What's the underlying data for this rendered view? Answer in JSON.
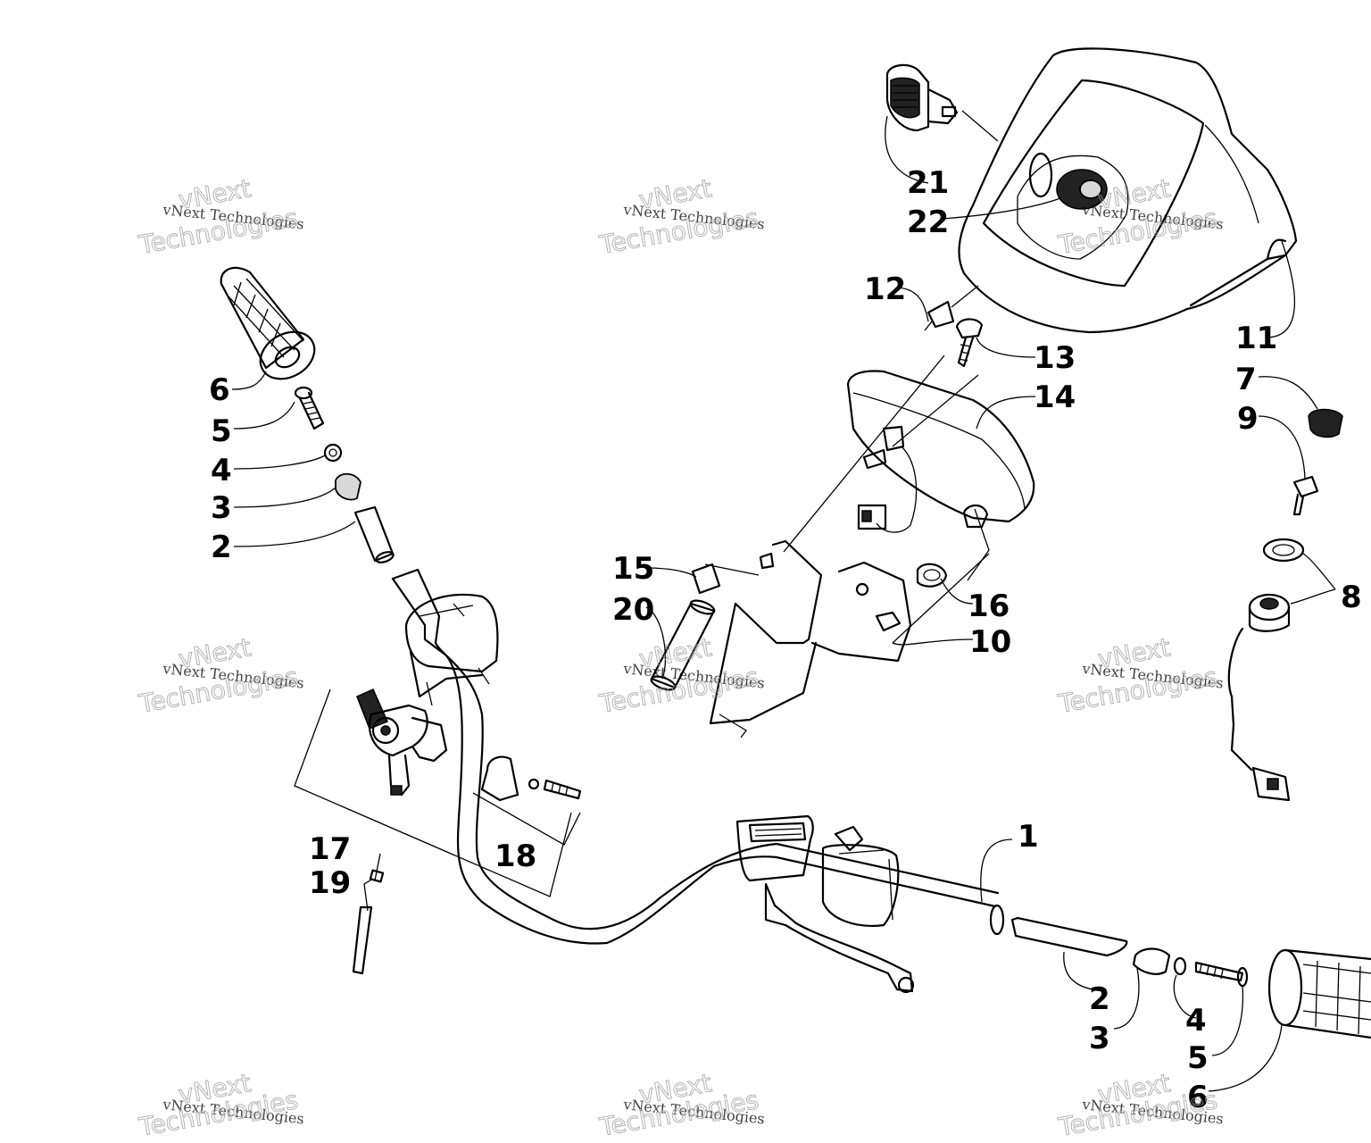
{
  "callouts": {
    "c1": "1",
    "c2_left": "2",
    "c3_left": "3",
    "c4_left": "4",
    "c5_left": "5",
    "c6_left": "6",
    "c2_right": "2",
    "c3_right": "3",
    "c4_right": "4",
    "c5_right": "5",
    "c6_right": "6",
    "c7": "7",
    "c8": "8",
    "c9": "9",
    "c10": "10",
    "c11": "11",
    "c12": "12",
    "c13": "13",
    "c14": "14",
    "c15": "15",
    "c16": "16",
    "c17": "17",
    "c18": "18",
    "c19": "19",
    "c20": "20",
    "c21": "21",
    "c22": "22"
  },
  "watermark": {
    "line_small": "vNext Technologies",
    "line_big_1": "vNext",
    "line_big_2": "Technologies"
  }
}
